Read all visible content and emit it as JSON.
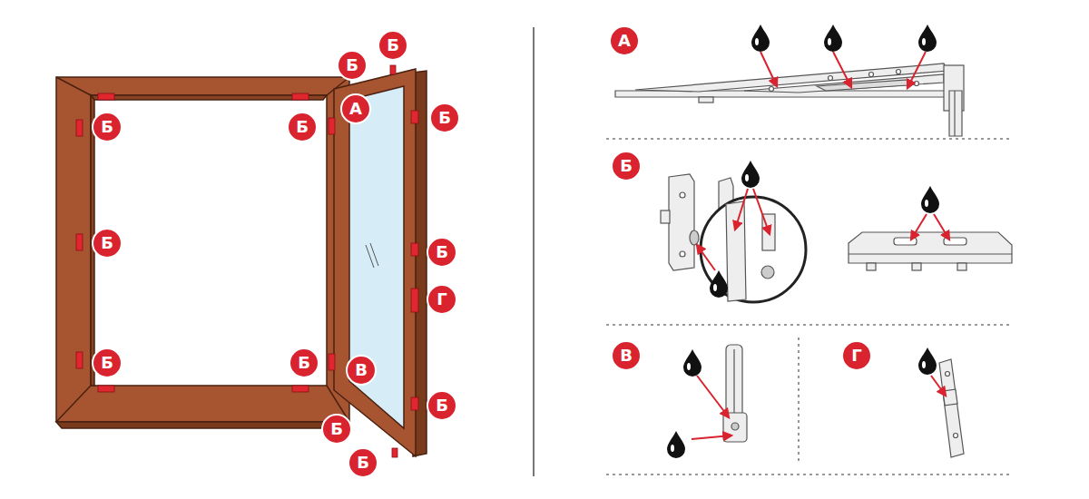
{
  "diagram": {
    "labels": [
      "Б",
      "Б",
      "А",
      "Б",
      "Б",
      "Б",
      "Б",
      "Б",
      "Г",
      "Б",
      "Б",
      "В",
      "Б",
      "Б",
      "Б",
      "А",
      "Б",
      "В",
      "Г"
    ]
  }
}
